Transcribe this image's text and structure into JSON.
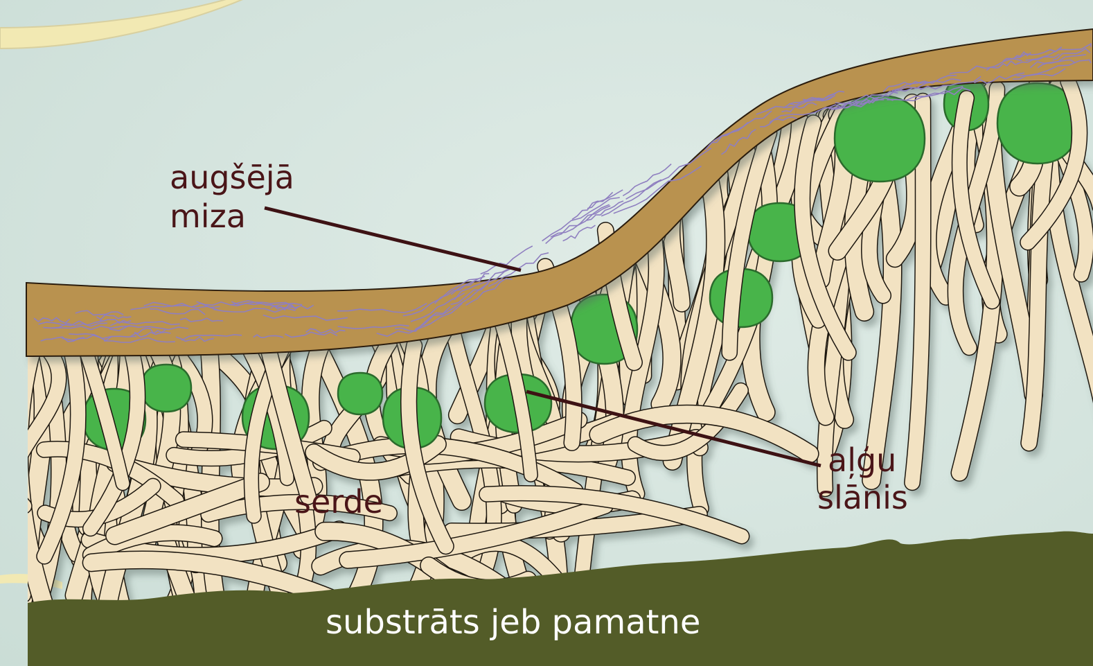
{
  "labels": {
    "upper_cortex": [
      "augšējā",
      "miza"
    ],
    "algal_layer": [
      "aļģu",
      "slānis"
    ],
    "medulla": "serde",
    "substrate": "substrāts jeb pamatne"
  },
  "colors": {
    "background": "#d5e4df",
    "cortex": "#b9924f",
    "cortex_fibers": "#8f7fc0",
    "hyphae": "#f2e2c2",
    "algae": "#48b44a",
    "substrate": "#535c28",
    "label_text": "#4a1518",
    "leader_line": "#3d1214",
    "substrate_text": "#ffffff"
  },
  "icons": [
    "hypha-strand",
    "algal-cell"
  ]
}
